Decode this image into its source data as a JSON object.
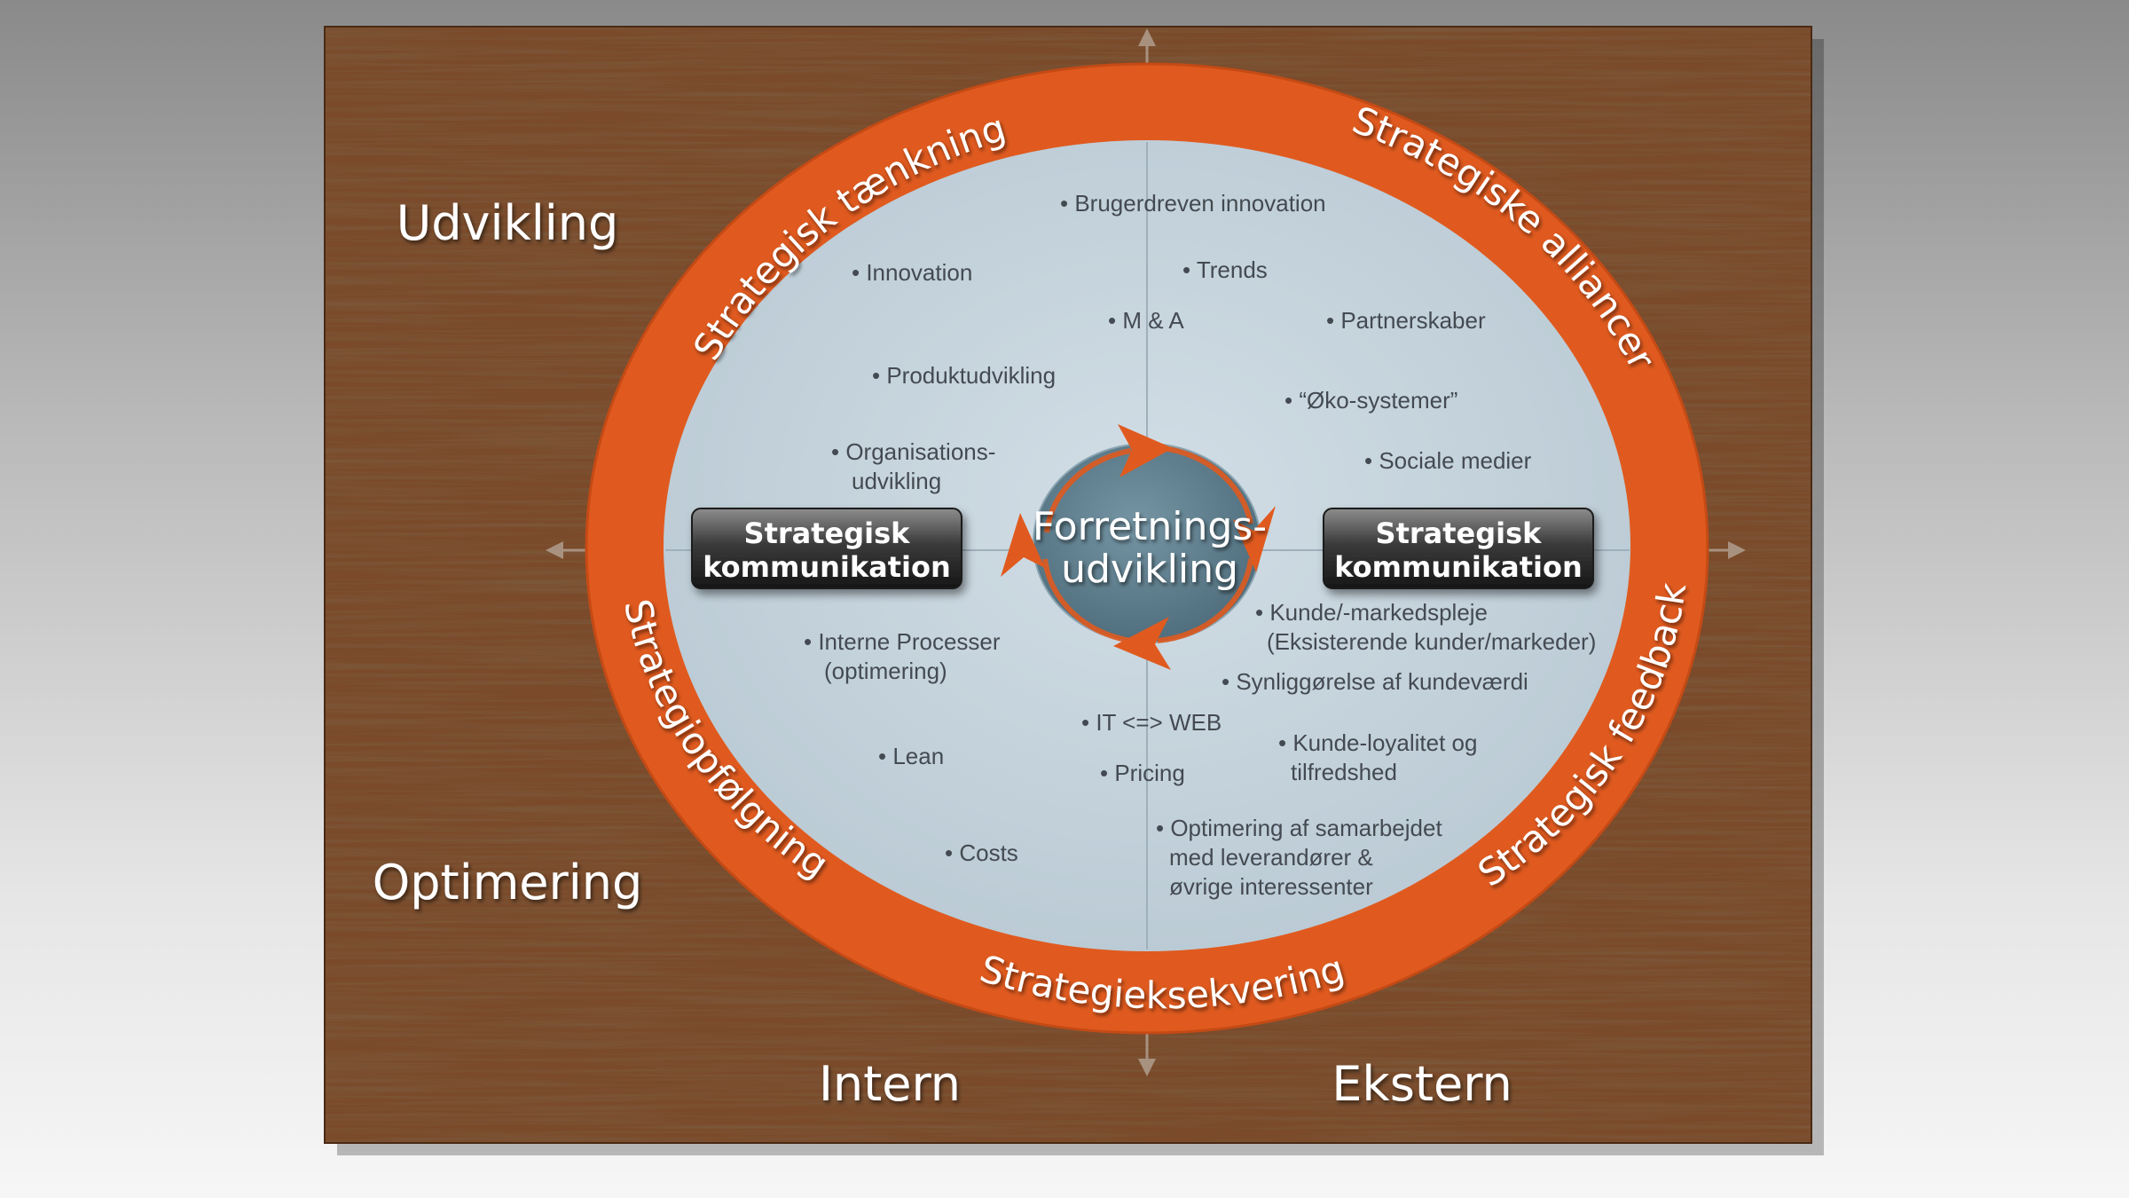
{
  "quadrant_labels": {
    "top_left": "Udvikling",
    "bottom_left": "Optimering",
    "bottom_intern": "Intern",
    "bottom_ekstern": "Ekstern"
  },
  "ring_labels": {
    "top_left": "Strategisk tænkning",
    "top_right": "Strategiske alliancer",
    "bottom_left": "Strategiopfølgning",
    "bottom": "Strategieksekvering",
    "bottom_right": "Strategisk feedback"
  },
  "center": {
    "line1": "Forretnings-",
    "line2": "udvikling"
  },
  "buttons": {
    "left": {
      "line1": "Strategisk",
      "line2": "kommunikation"
    },
    "right": {
      "line1": "Strategisk",
      "line2": "kommunikation"
    }
  },
  "bullets": {
    "brugerdreven": "• Brugerdreven innovation",
    "innovation": "• Innovation",
    "trends": "• Trends",
    "ma": "• M & A",
    "partnerskaber": "• Partnerskaber",
    "produktudvikling": "• Produktudvikling",
    "oko": "• “Øko-systemer”",
    "org1": "• Organisations-",
    "org2": "udvikling",
    "sociale": "• Sociale medier",
    "kunde1": "• Kunde/-markedspleje",
    "kunde2": "(Eksisterende kunder/markeder)",
    "interne1": "• Interne Processer",
    "interne2": "(optimering)",
    "synlig": "• Synliggørelse af kundeværdi",
    "itweb": "• IT <=> WEB",
    "loyal1": "• Kunde-loyalitet og",
    "loyal2": "tilfredshed",
    "lean": "• Lean",
    "pricing": "• Pricing",
    "samarb1": "• Optimering af samarbejdet",
    "samarb2": "med leverandører &",
    "samarb3": "øvrige interessenter",
    "costs": "• Costs"
  },
  "colors": {
    "ring": "#e05a1f",
    "inner": "#c5d3dc",
    "hub": "#5e7f8f",
    "wood": "#7a4a2a"
  }
}
